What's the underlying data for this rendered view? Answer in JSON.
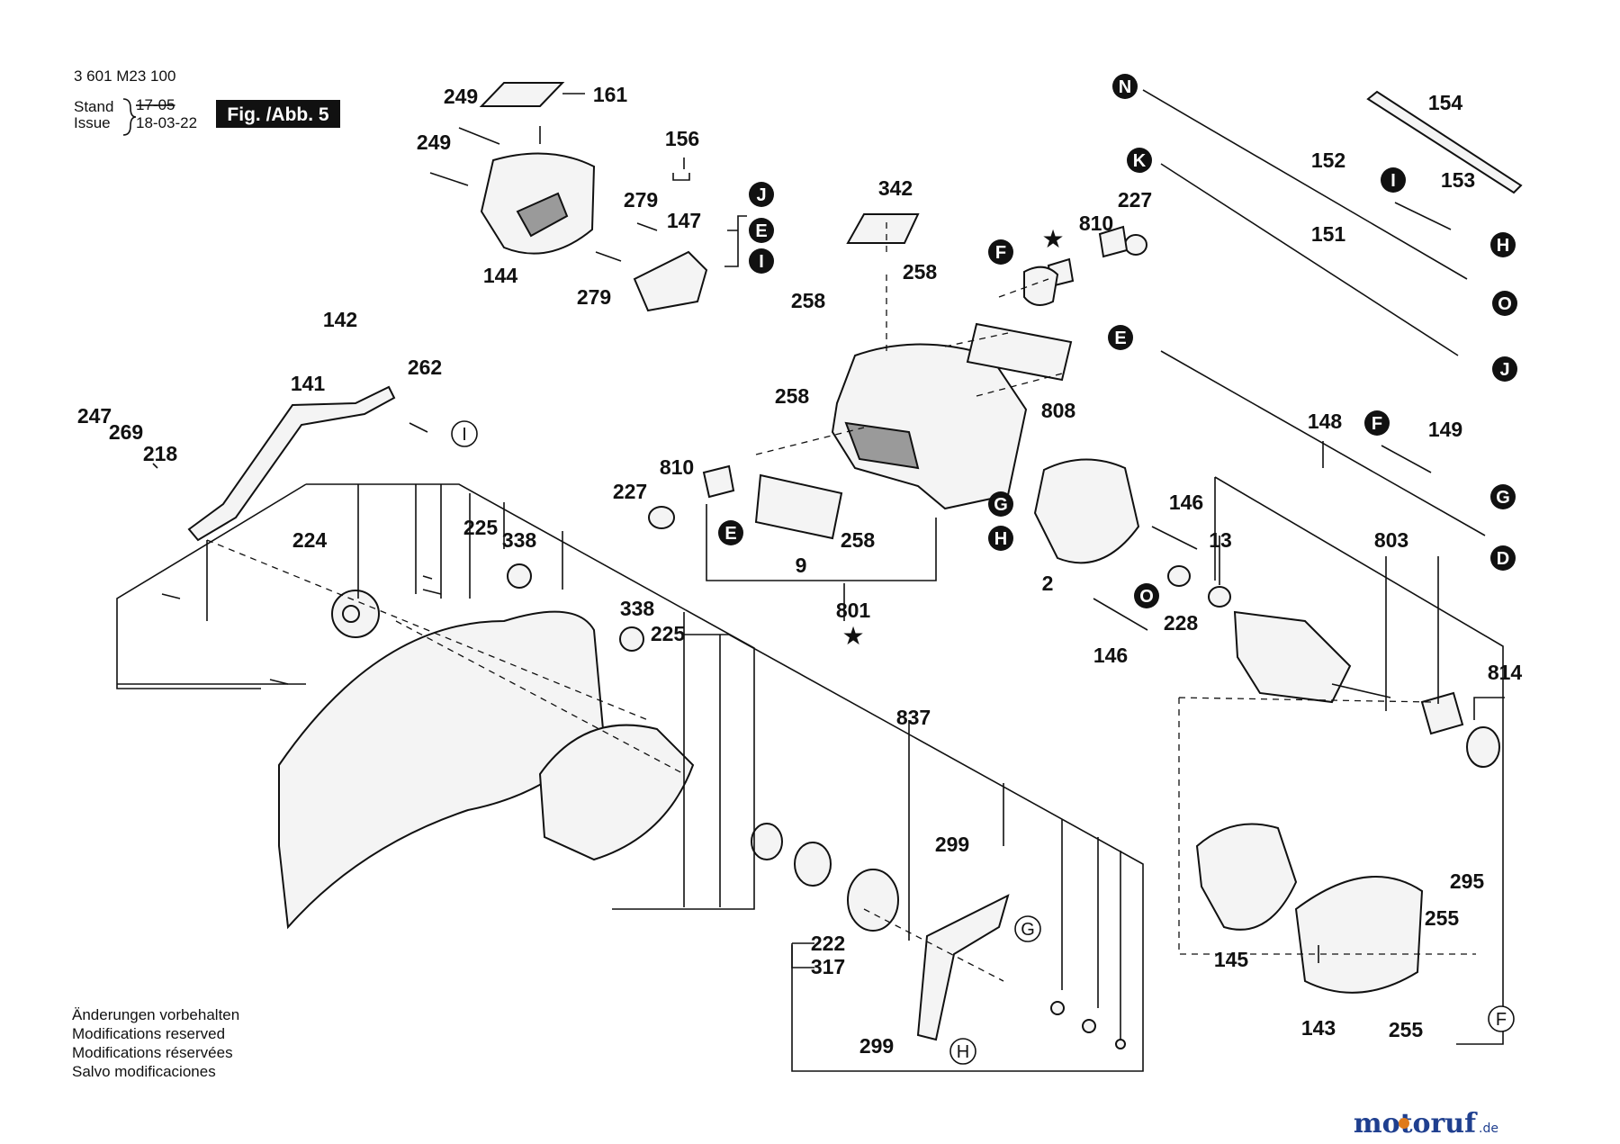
{
  "header": {
    "doc_number": "3 601 M23 100",
    "stand_label": "Stand",
    "issue_label": "Issue",
    "stand_date": "17-05",
    "issue_date": "18-03-22",
    "figure_label": "Fig. /Abb. 5"
  },
  "notes": [
    "Änderungen vorbehalten",
    "Modifications reserved",
    "Modifications réservées",
    "Salvo modificaciones"
  ],
  "logo": {
    "main": "motoruf",
    "suffix": ".de",
    "color_main": "#1f3f8f",
    "color_accent": "#e07a1a"
  },
  "part_numbers": [
    "249",
    "161",
    "249",
    "156",
    "279",
    "147",
    "144",
    "279",
    "142",
    "262",
    "141",
    "247",
    "269",
    "218",
    "224",
    "225",
    "338",
    "338",
    "225",
    "227",
    "810",
    "342",
    "258",
    "258",
    "258",
    "258",
    "9",
    "801",
    "837",
    "299",
    "222",
    "317",
    "299",
    "808",
    "227",
    "810",
    "154",
    "152",
    "153",
    "151",
    "148",
    "149",
    "146",
    "13",
    "2",
    "228",
    "146",
    "803",
    "814",
    "295",
    "255",
    "145",
    "143",
    "255"
  ],
  "flags_dark": [
    "J",
    "E",
    "I",
    "F",
    "N",
    "K",
    "I",
    "H",
    "O",
    "J",
    "E",
    "F",
    "G",
    "D",
    "G",
    "H",
    "O",
    "E"
  ],
  "flags_light": [
    "I",
    "G",
    "H",
    "F"
  ],
  "symbols": {
    "star": "★"
  },
  "colors": {
    "ink": "#111111",
    "paper": "#ffffff",
    "figure_box": "#111111"
  }
}
